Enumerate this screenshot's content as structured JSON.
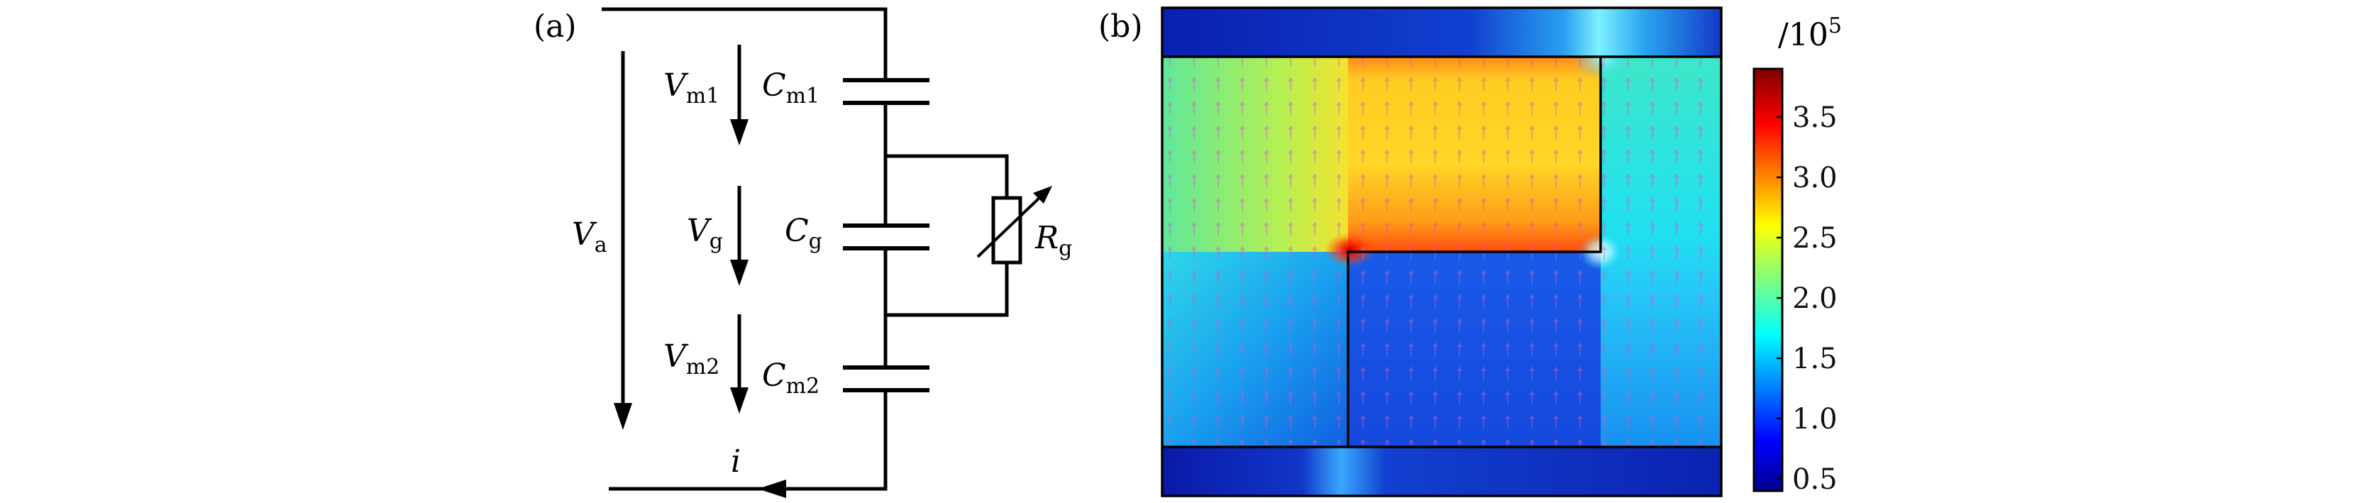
{
  "panel_a": {
    "label": "(a)",
    "voltages": {
      "va": {
        "main": "V",
        "sub": "a"
      },
      "vm1": {
        "main": "V",
        "sub": "m1"
      },
      "vg": {
        "main": "V",
        "sub": "g"
      },
      "vm2": {
        "main": "V",
        "sub": "m2"
      }
    },
    "components": {
      "cm1": {
        "main": "C",
        "sub": "m1"
      },
      "cg": {
        "main": "C",
        "sub": "g"
      },
      "cm2": {
        "main": "C",
        "sub": "m2"
      },
      "rg": {
        "main": "R",
        "sub": "g"
      }
    },
    "current": "i"
  },
  "panel_b": {
    "label": "(b)",
    "colorbar": {
      "unit": "/10",
      "unit_exp": "5",
      "ticks": [
        "0.5",
        "1.0",
        "1.5",
        "2.0",
        "2.5",
        "3.0",
        "3.5"
      ],
      "tick_values": [
        0.5,
        1.0,
        1.5,
        2.0,
        2.5,
        3.0,
        3.5
      ],
      "range": [
        0.4,
        3.9
      ],
      "colormap": "jet"
    }
  }
}
